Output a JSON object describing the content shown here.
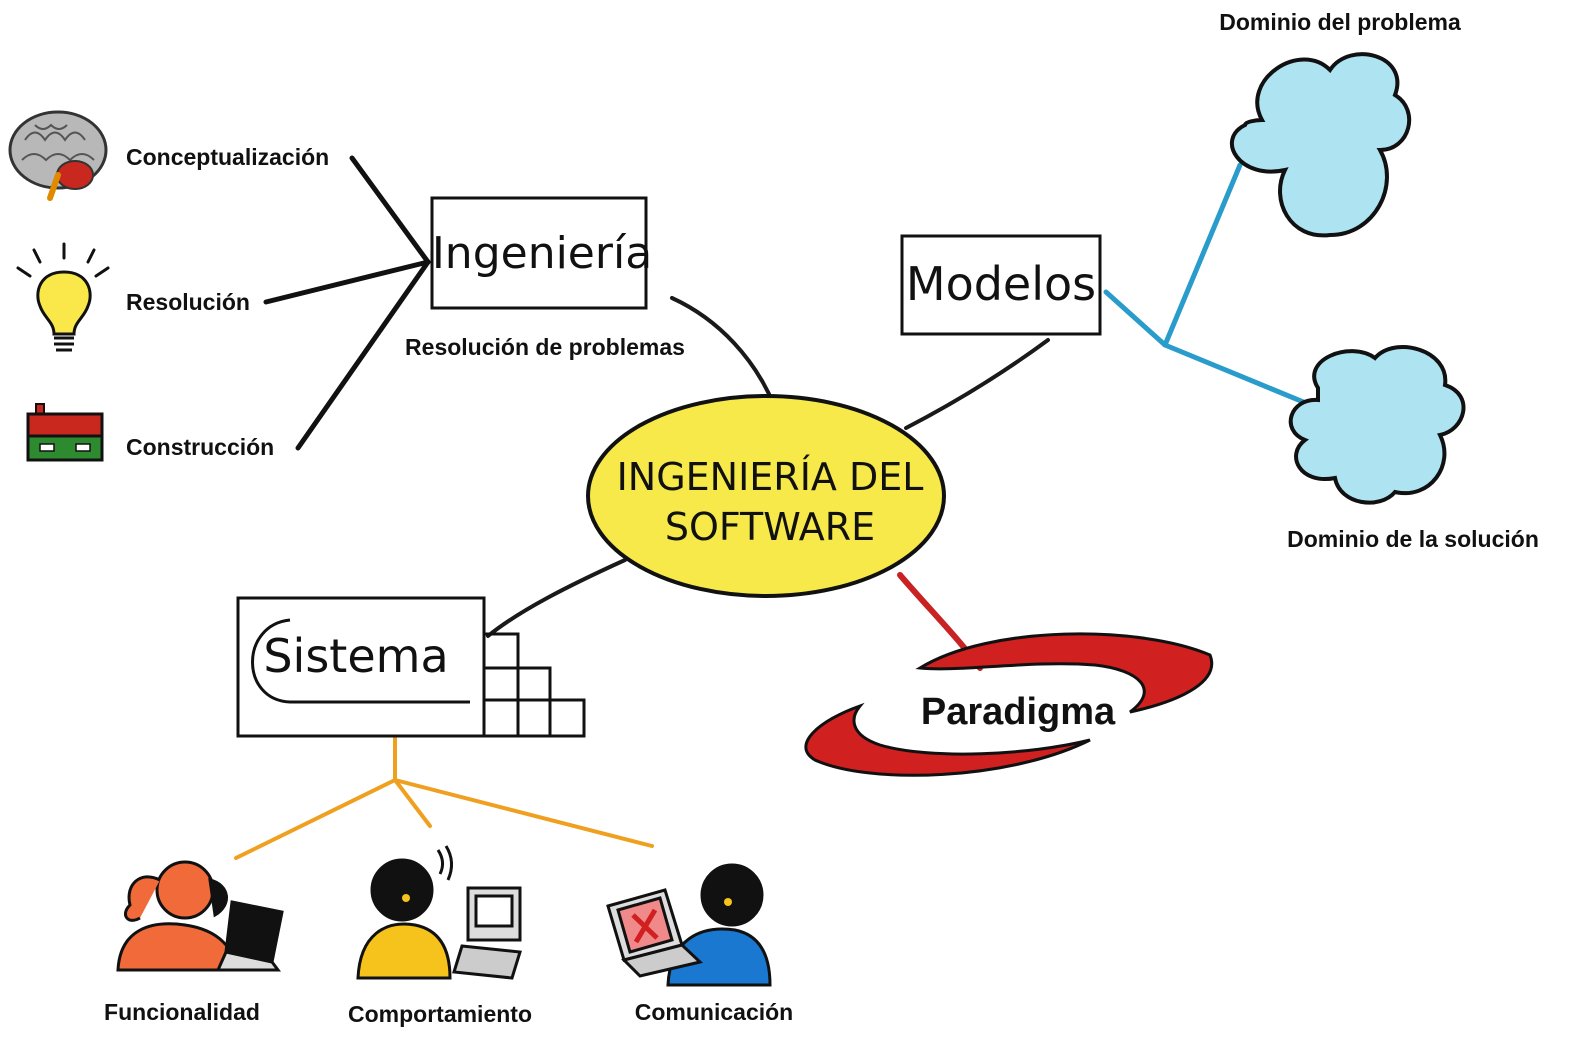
{
  "center": {
    "line1": "INGENIERÍA DEL",
    "line2": "SOFTWARE"
  },
  "ingenieria": {
    "box_label": "Ingeniería",
    "caption": "Resolución de problemas",
    "items": [
      {
        "label": "Conceptualización",
        "icon": "brain-icon"
      },
      {
        "label": "Resolución",
        "icon": "lightbulb-icon"
      },
      {
        "label": "Construcción",
        "icon": "building-icon"
      }
    ]
  },
  "modelos": {
    "box_label": "Modelos",
    "items": [
      {
        "label": "Dominio del problema",
        "icon": "cloud-icon"
      },
      {
        "label": "Dominio de la solución",
        "icon": "cloud-icon"
      }
    ]
  },
  "paradigma": {
    "label": "Paradigma",
    "icon": "swoosh-icon"
  },
  "sistema": {
    "box_label": "Sistema",
    "items": [
      {
        "label": "Funcionalidad",
        "icon": "person-laptop-icon"
      },
      {
        "label": "Comportamiento",
        "icon": "person-computer-icon"
      },
      {
        "label": "Comunicación",
        "icon": "person-laptop-error-icon"
      }
    ]
  },
  "colors": {
    "center_fill": "#f7e94a",
    "cloud_fill": "#aee3f2",
    "cloud_link": "#2a9ccc",
    "paradigma_red": "#d02020",
    "sistema_link": "#f0a020",
    "brain_gray": "#b8b8b8",
    "bulb_yellow": "#fae84a",
    "building_green": "#2e8a2e",
    "building_red": "#c8281e",
    "person_orange": "#f06a3a",
    "person_yellow": "#f6c21c",
    "person_blue": "#1a78d0"
  }
}
